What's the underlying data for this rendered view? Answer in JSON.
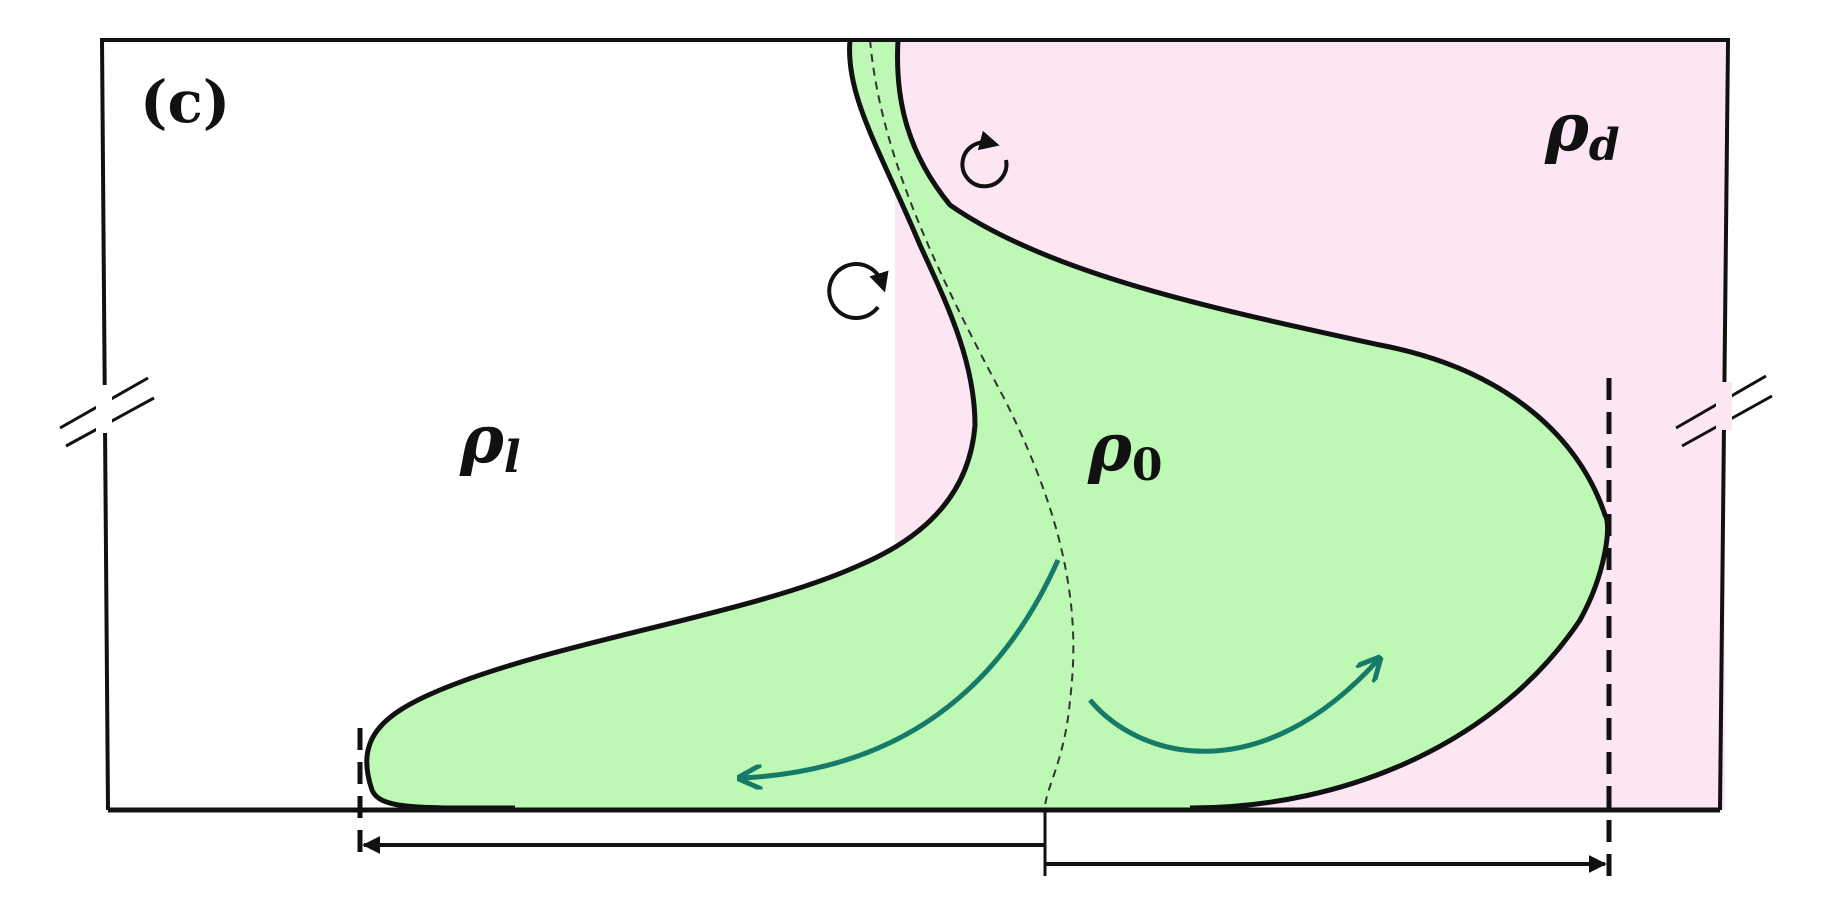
{
  "panel": {
    "label": "(c)"
  },
  "regions": {
    "left": {
      "symbol": "ρ",
      "subscript": "l"
    },
    "middle": {
      "symbol": "ρ",
      "subscript": "0"
    },
    "right": {
      "symbol": "ρ",
      "subscript": "d"
    }
  },
  "colors": {
    "right_fluid": "#fde6f3",
    "middle_fluid": "#bdf8b5",
    "outline": "#111111",
    "flow_arrows": "#167a68"
  },
  "icons": {
    "upper_vortex": "counterclockwise-rotation-icon",
    "lower_vortex": "clockwise-rotation-icon",
    "break_marks": "axis-break-icon"
  }
}
